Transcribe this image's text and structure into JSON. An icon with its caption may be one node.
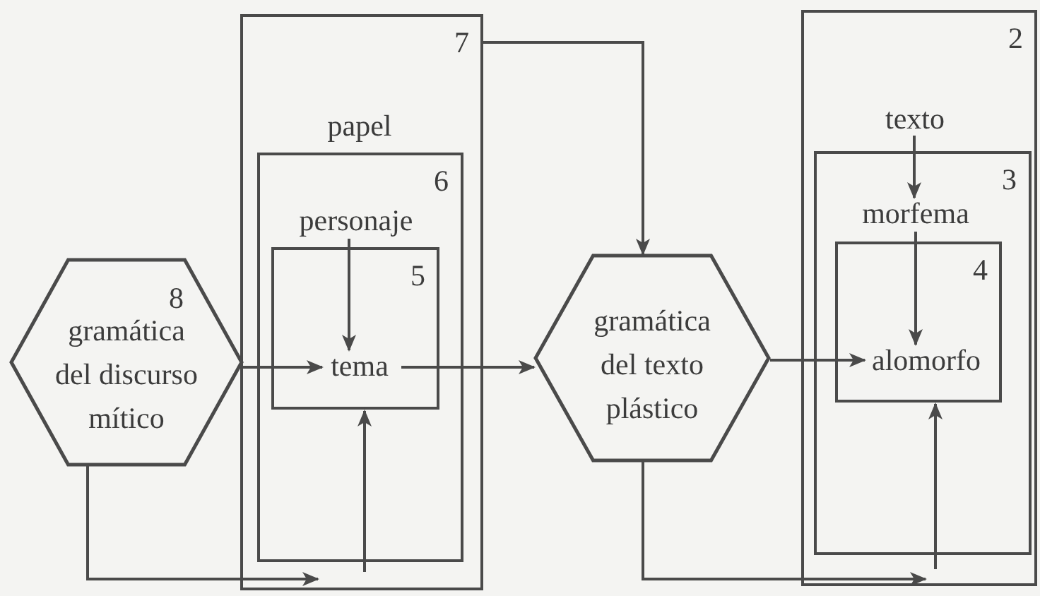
{
  "diagram": {
    "nodes": [
      {
        "text": [
          "8",
          "gramática del discurso mítico"
        ]
      },
      {
        "text": [
          "7"
        ]
      },
      {
        "text": [
          "papel",
          "6"
        ],
        "in": 1
      },
      {
        "text": [
          "personaje"
        ],
        "in": 2
      },
      {
        "text": [
          "5"
        ],
        "in": 2
      },
      {
        "text": [
          "tema"
        ],
        "in": 4
      },
      {
        "text": [
          "gramática del texto plástico"
        ]
      },
      {
        "text": [
          "2"
        ]
      },
      {
        "text": [
          "texto"
        ],
        "in": 7
      },
      {
        "text": [
          "3"
        ],
        "in": 7
      },
      {
        "text": [
          "morfema"
        ],
        "in": 9
      },
      {
        "text": [
          "4"
        ],
        "in": 9
      },
      {
        "text": [
          "alomorfo"
        ],
        "in": 11
      }
    ],
    "edges": [
      {
        "from": 0,
        "to": 5,
        "arrow": "to"
      },
      {
        "from": 3,
        "to": 5,
        "arrow": "to"
      },
      {
        "from": 5,
        "to": 6,
        "arrow": "to"
      },
      {
        "from": 1,
        "to": 6,
        "arrow": "to"
      },
      {
        "from": 0,
        "to": 1,
        "arrow": "to"
      },
      {
        "from": null,
        "to": 4,
        "arrow": "to"
      },
      {
        "from": 6,
        "to": 7,
        "arrow": "to"
      },
      {
        "from": null,
        "to": 11,
        "arrow": "to"
      },
      {
        "from": 6,
        "to": 12,
        "arrow": "to"
      },
      {
        "from": 8,
        "to": 10,
        "arrow": "to"
      },
      {
        "from": 10,
        "to": 12,
        "arrow": "to"
      }
    ]
  }
}
